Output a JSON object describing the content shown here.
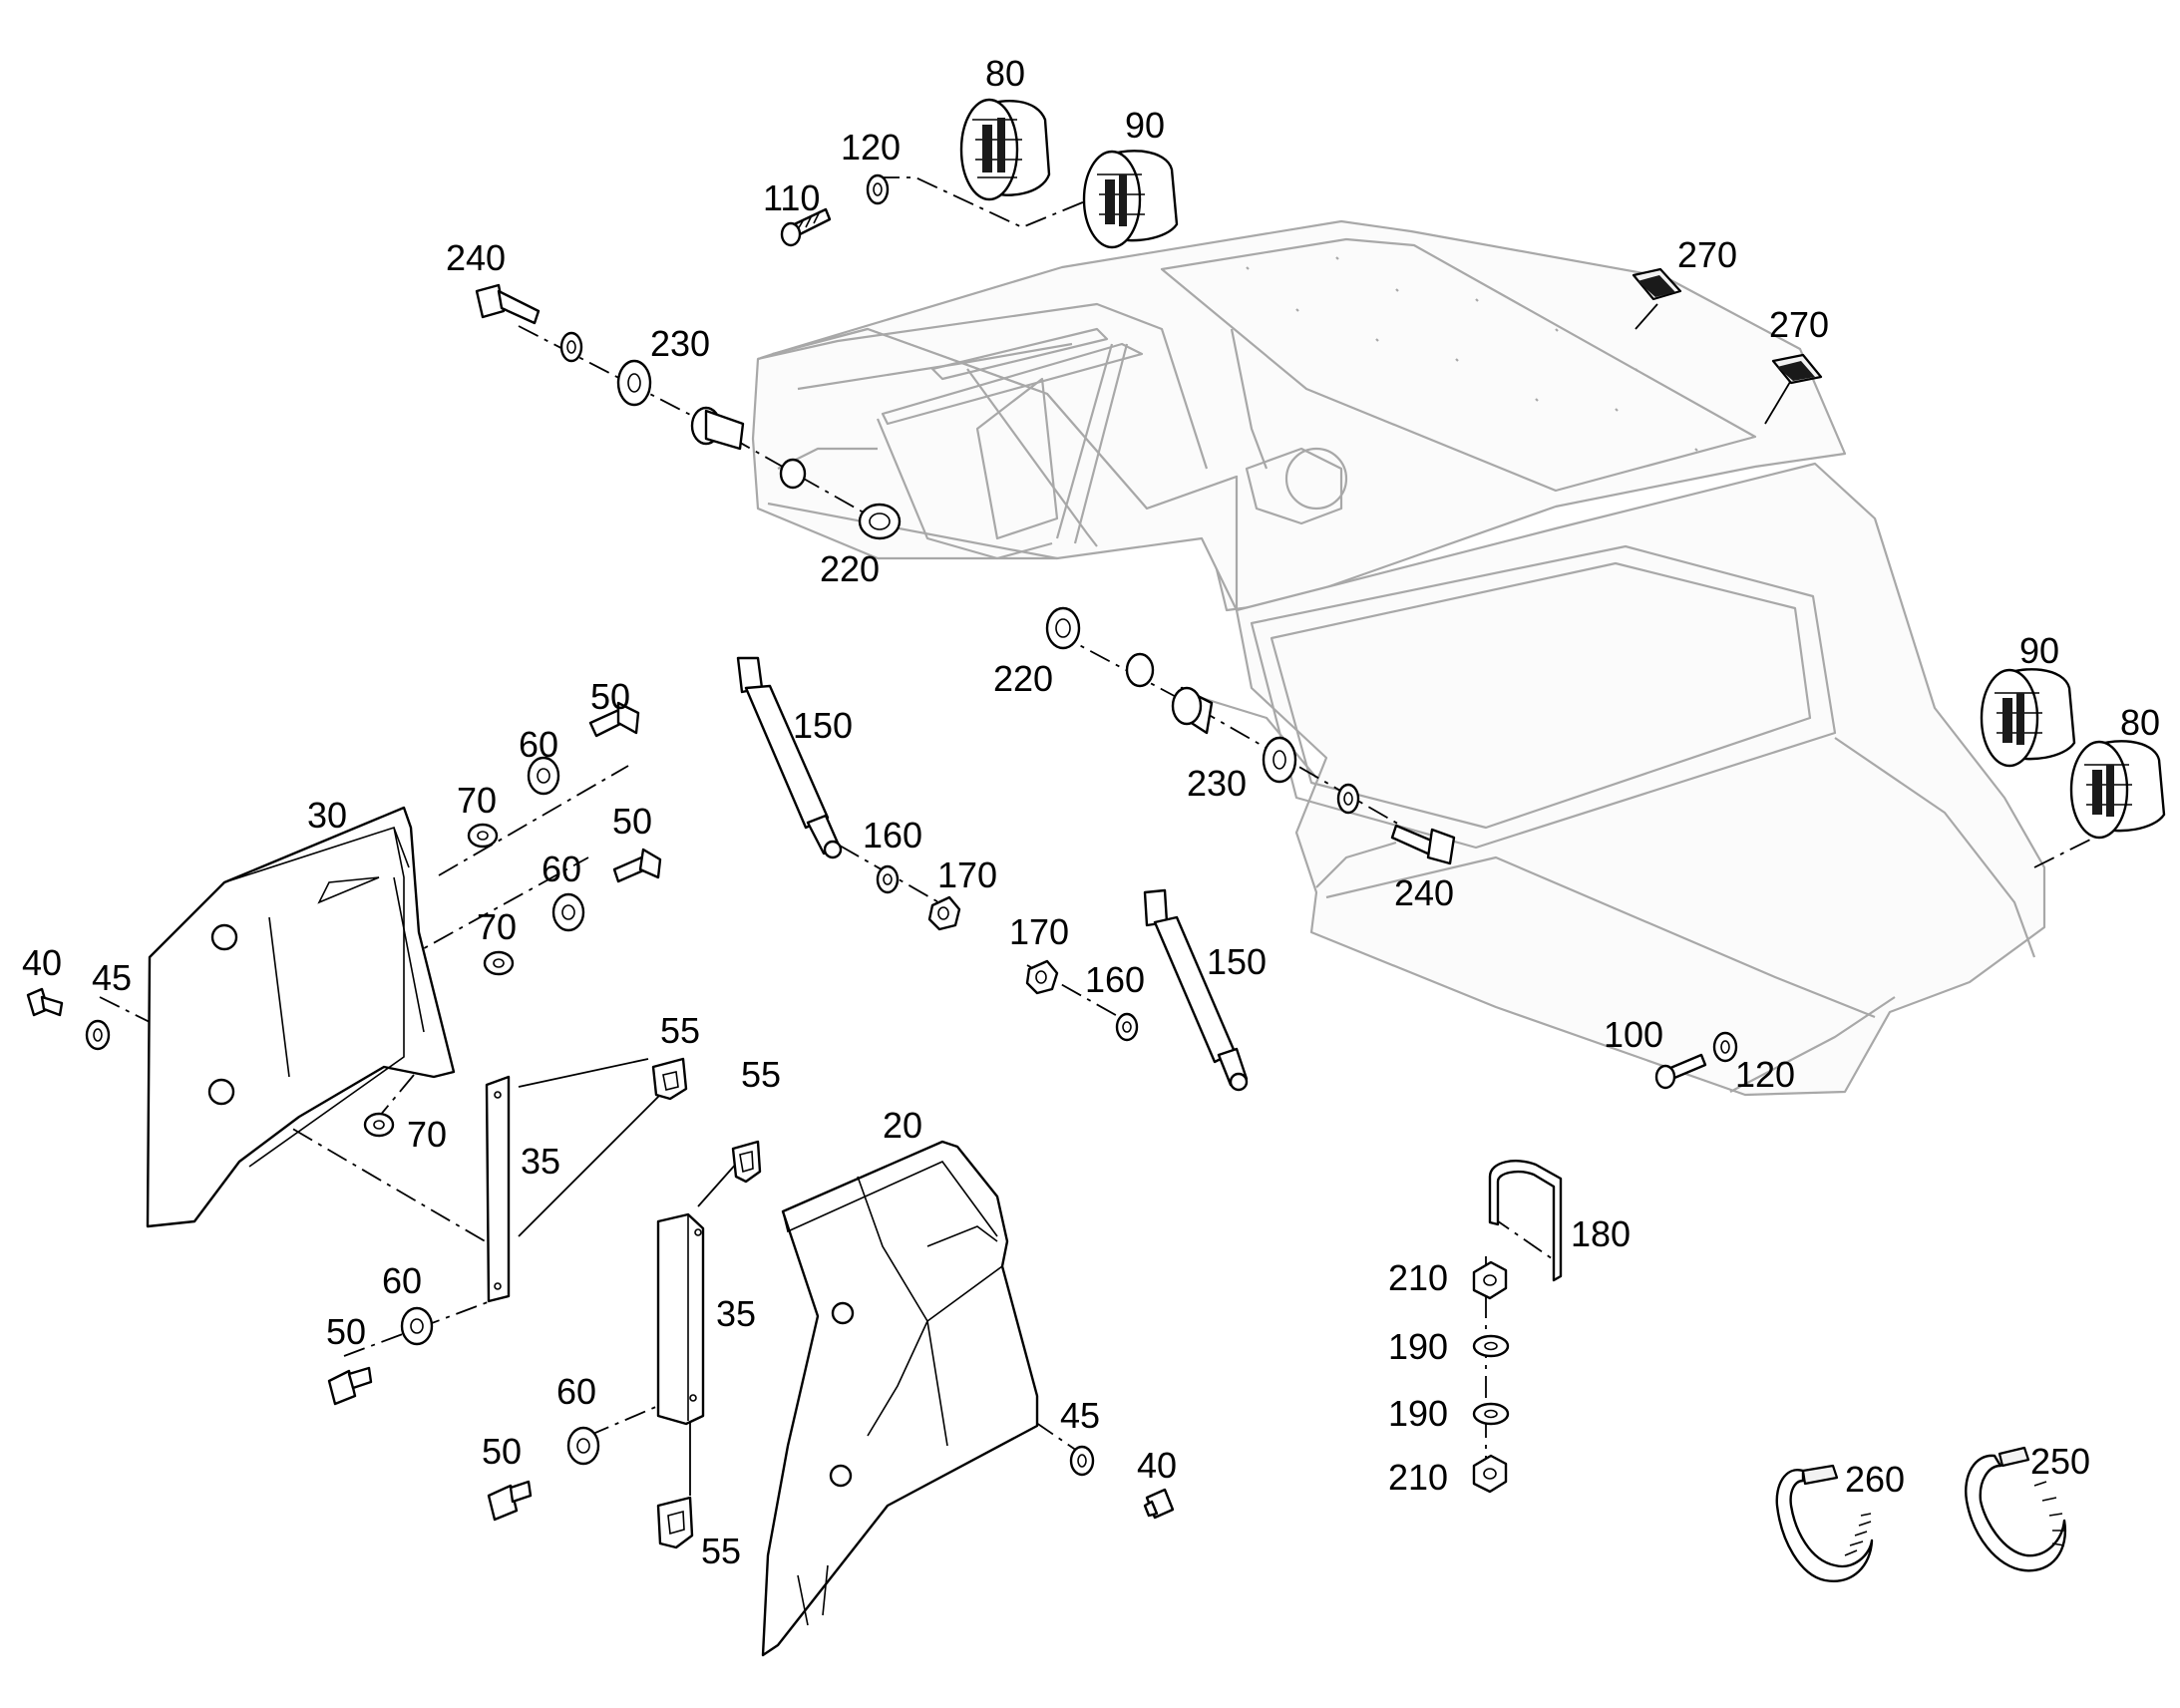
{
  "callouts": [
    {
      "id": "80-top",
      "text": "80"
    },
    {
      "id": "90-top",
      "text": "90"
    },
    {
      "id": "120-top",
      "text": "120"
    },
    {
      "id": "110",
      "text": "110"
    },
    {
      "id": "240-top",
      "text": "240"
    },
    {
      "id": "230-top",
      "text": "230"
    },
    {
      "id": "220-top",
      "text": "220"
    },
    {
      "id": "270-a",
      "text": "270"
    },
    {
      "id": "270-b",
      "text": "270"
    },
    {
      "id": "150-left",
      "text": "150"
    },
    {
      "id": "160-left",
      "text": "160"
    },
    {
      "id": "170-left",
      "text": "170"
    },
    {
      "id": "220-mid",
      "text": "220"
    },
    {
      "id": "230-mid",
      "text": "230"
    },
    {
      "id": "240-mid",
      "text": "240"
    },
    {
      "id": "90-right",
      "text": "90"
    },
    {
      "id": "80-right",
      "text": "80"
    },
    {
      "id": "50-a",
      "text": "50"
    },
    {
      "id": "60-a",
      "text": "60"
    },
    {
      "id": "70-a",
      "text": "70"
    },
    {
      "id": "30",
      "text": "30"
    },
    {
      "id": "50-b",
      "text": "50"
    },
    {
      "id": "60-b",
      "text": "60"
    },
    {
      "id": "70-b",
      "text": "70"
    },
    {
      "id": "40-left",
      "text": "40"
    },
    {
      "id": "45-left",
      "text": "45"
    },
    {
      "id": "70-c",
      "text": "70"
    },
    {
      "id": "170-right",
      "text": "170"
    },
    {
      "id": "160-right",
      "text": "160"
    },
    {
      "id": "150-right",
      "text": "150"
    },
    {
      "id": "100",
      "text": "100"
    },
    {
      "id": "120-right",
      "text": "120"
    },
    {
      "id": "55-a",
      "text": "55"
    },
    {
      "id": "55-b",
      "text": "55"
    },
    {
      "id": "35-left",
      "text": "35"
    },
    {
      "id": "20",
      "text": "20"
    },
    {
      "id": "35-right",
      "text": "35"
    },
    {
      "id": "60-c",
      "text": "60"
    },
    {
      "id": "50-c",
      "text": "50"
    },
    {
      "id": "60-d",
      "text": "60"
    },
    {
      "id": "50-d",
      "text": "50"
    },
    {
      "id": "55-c",
      "text": "55"
    },
    {
      "id": "45-right",
      "text": "45"
    },
    {
      "id": "40-right",
      "text": "40"
    },
    {
      "id": "180",
      "text": "180"
    },
    {
      "id": "210-top",
      "text": "210"
    },
    {
      "id": "190-top",
      "text": "190"
    },
    {
      "id": "190-bottom",
      "text": "190"
    },
    {
      "id": "210-bottom",
      "text": "210"
    },
    {
      "id": "260",
      "text": "260"
    },
    {
      "id": "250",
      "text": "250"
    }
  ]
}
